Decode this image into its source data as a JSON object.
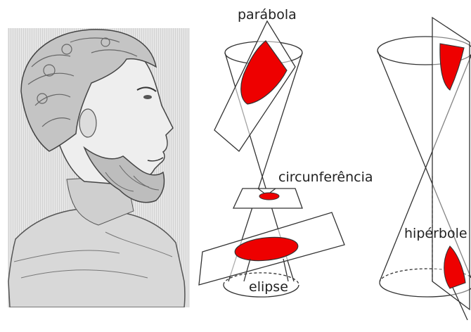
{
  "labels": {
    "parabola": "parábola",
    "circunferencia": "circunferência",
    "elipse": "elipse",
    "hiperbole": "hipérbole"
  },
  "portrait": {
    "subject": "engraved bust of a bearded man in profile facing right"
  },
  "colors": {
    "section_fill": "#ee0000",
    "line": "#333333",
    "plane_fill": "#ffffff"
  }
}
